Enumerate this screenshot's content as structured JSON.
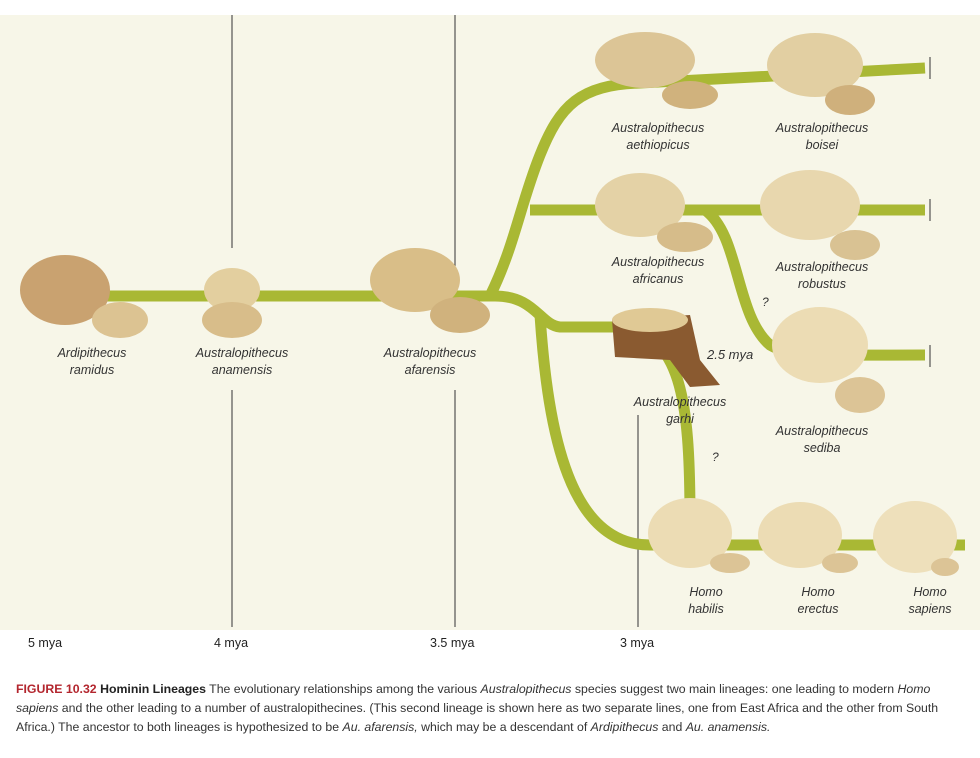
{
  "colors": {
    "lineage": "#a9b834",
    "background": "#f7f6e8",
    "skull": "#e6d3a8",
    "skull_dark": "#8a5a30",
    "figure_label": "#b3262e"
  },
  "species": [
    {
      "genus": "Ardipithecus",
      "species": "ramidus"
    },
    {
      "genus": "Australopithecus",
      "species": "anamensis"
    },
    {
      "genus": "Australopithecus",
      "species": "afarensis"
    },
    {
      "genus": "Australopithecus",
      "species": "aethiopicus"
    },
    {
      "genus": "Australopithecus",
      "species": "boisei"
    },
    {
      "genus": "Australopithecus",
      "species": "africanus"
    },
    {
      "genus": "Australopithecus",
      "species": "robustus"
    },
    {
      "genus": "Australopithecus",
      "species": "garhi"
    },
    {
      "genus": "Australopithecus",
      "species": "sediba"
    },
    {
      "genus": "Homo",
      "species": "habilis"
    },
    {
      "genus": "Homo",
      "species": "erectus"
    },
    {
      "genus": "Homo",
      "species": "sapiens"
    }
  ],
  "annotations": {
    "garhi_date": "2.5 mya",
    "uncertain_1": "?",
    "uncertain_2": "?"
  },
  "timeline": [
    "5 mya",
    "4 mya",
    "3.5 mya",
    "3 mya"
  ],
  "caption": {
    "figure_number": "FIGURE 10.32",
    "title": "Hominin Lineages",
    "text_1": " The evolutionary relationships among the various ",
    "italic_1": "Australopithecus",
    "text_2": " species suggest two main lineages: one leading to modern ",
    "italic_2": "Homo sapiens",
    "text_3": " and the other leading to a number of australopithecines. (This second lineage is shown here as two separate lines, one from East Africa and the other from South Africa.) The ancestor to both lineages is hypothesized to be ",
    "italic_3": "Au. afarensis,",
    "text_4": " which may be a descendant of ",
    "italic_4": "Ardipithecus",
    "text_5": " and ",
    "italic_5": "Au. anamensis."
  }
}
